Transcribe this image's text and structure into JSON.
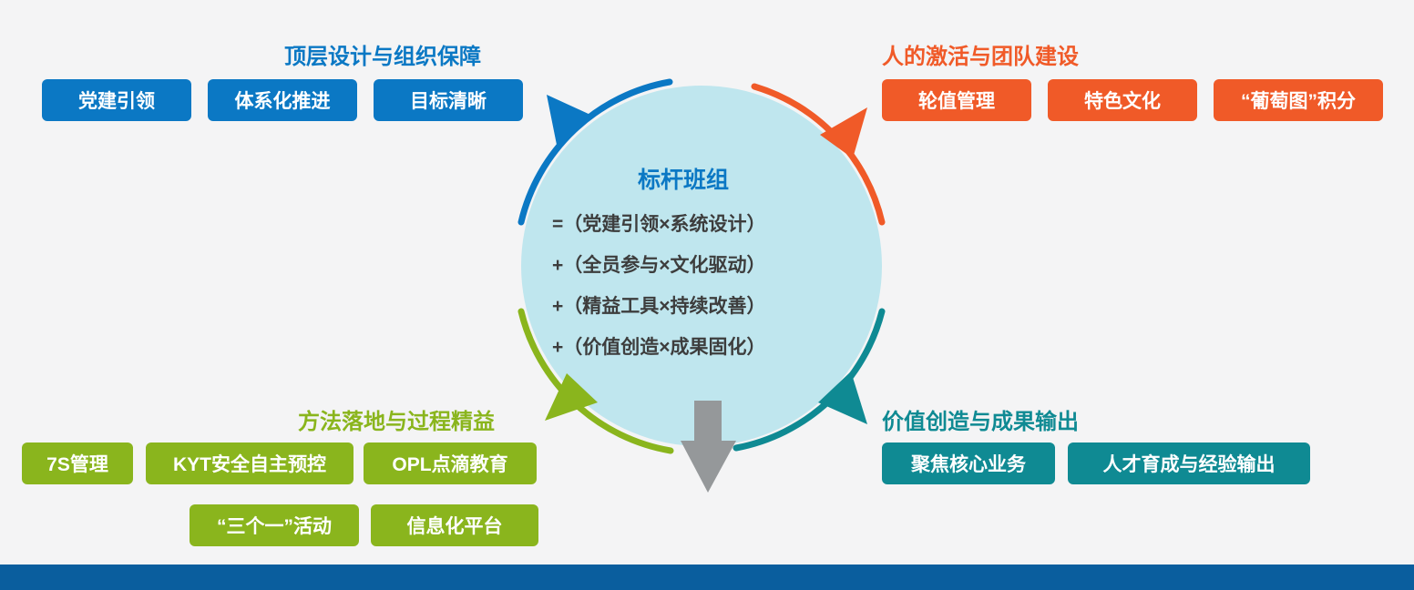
{
  "colors": {
    "background": "#f4f4f5",
    "blue": "#0b78c4",
    "orange": "#f05a28",
    "green": "#8ab51d",
    "teal": "#0f8a93",
    "center_fill": "#bfe6ee",
    "arrow_gray": "#95989a",
    "footer": "#0a5e9e"
  },
  "center": {
    "title": "标杆班组",
    "lines": [
      "=（党建引领×系统设计）",
      "+（全员参与×文化驱动）",
      "+（精益工具×持续改善）",
      "+（价值创造×成果固化）"
    ]
  },
  "quadrants": {
    "top_left": {
      "heading": "顶层设计与组织保障",
      "tags": [
        "党建引领",
        "体系化推进",
        "目标清晰"
      ]
    },
    "top_right": {
      "heading": "人的激活与团队建设",
      "tags": [
        "轮值管理",
        "特色文化",
        "“葡萄图”积分"
      ]
    },
    "bottom_left": {
      "heading": "方法落地与过程精益",
      "tags": [
        "7S管理",
        "KYT安全自主预控",
        "OPL点滴教育",
        "“三个一”活动",
        "信息化平台"
      ]
    },
    "bottom_right": {
      "heading": "价值创造与成果输出",
      "tags": [
        "聚焦核心业务",
        "人才育成与经验输出"
      ]
    }
  }
}
